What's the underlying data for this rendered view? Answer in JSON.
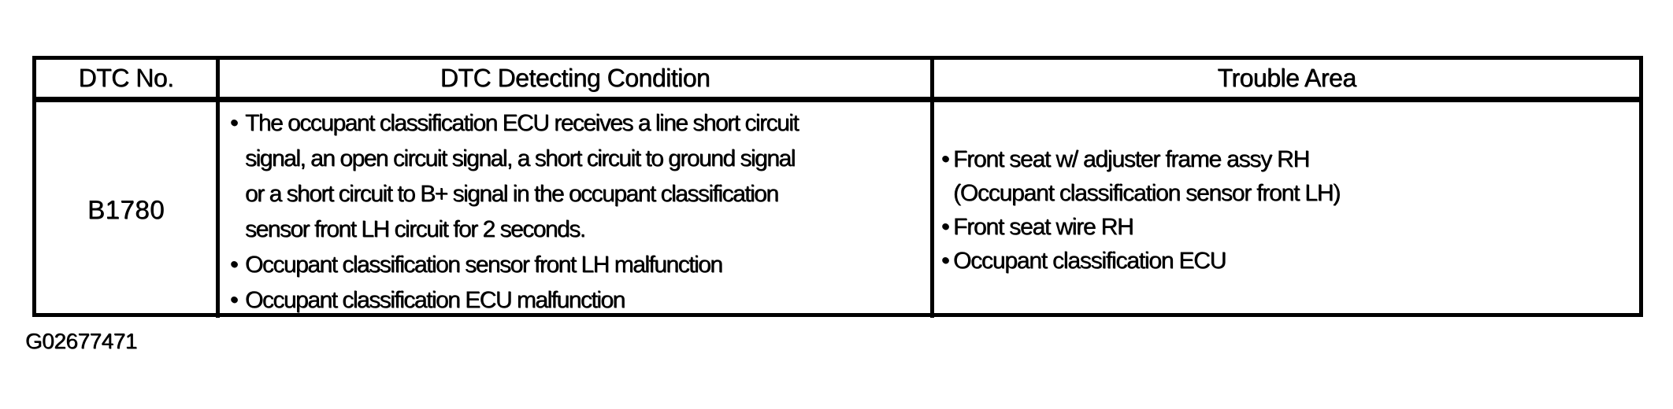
{
  "colors": {
    "text": "#000000",
    "background": "#ffffff",
    "border": "#000000"
  },
  "figure_id": "G02677471",
  "table": {
    "headers": [
      "DTC No.",
      "DTC Detecting Condition",
      "Trouble Area"
    ],
    "rows": [
      {
        "dtc_no": "B1780",
        "detecting_condition": [
          {
            "lines": [
              "The occupant classification ECU receives a line short circuit",
              "signal, an open circuit signal, a short circuit to ground signal",
              "or a short circuit to B+ signal in the occupant classification",
              "sensor front LH circuit for 2 seconds."
            ]
          },
          {
            "lines": [
              "Occupant classification sensor front LH malfunction"
            ]
          },
          {
            "lines": [
              "Occupant classification ECU malfunction"
            ]
          }
        ],
        "trouble_area": [
          {
            "lines": [
              "Front seat w/ adjuster frame assy RH",
              "(Occupant classification sensor front LH)"
            ]
          },
          {
            "lines": [
              "Front seat wire RH"
            ]
          },
          {
            "lines": [
              "Occupant classification ECU"
            ]
          }
        ]
      }
    ]
  }
}
